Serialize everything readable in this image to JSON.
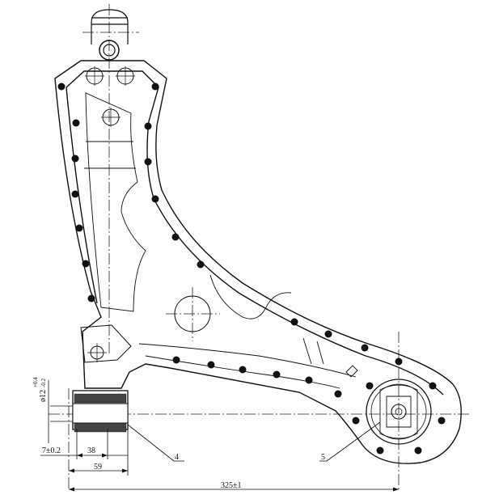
{
  "drawing": {
    "dimensions": {
      "tol_7": "7±0.2",
      "dim_38": "38",
      "dim_59": "59",
      "dim_325": "325±1",
      "dia_base": "ø12",
      "dia_tol_upper": "+0.4",
      "dia_tol_lower": "-0.2"
    },
    "callouts": {
      "item_4": "4",
      "item_5": "5"
    }
  }
}
